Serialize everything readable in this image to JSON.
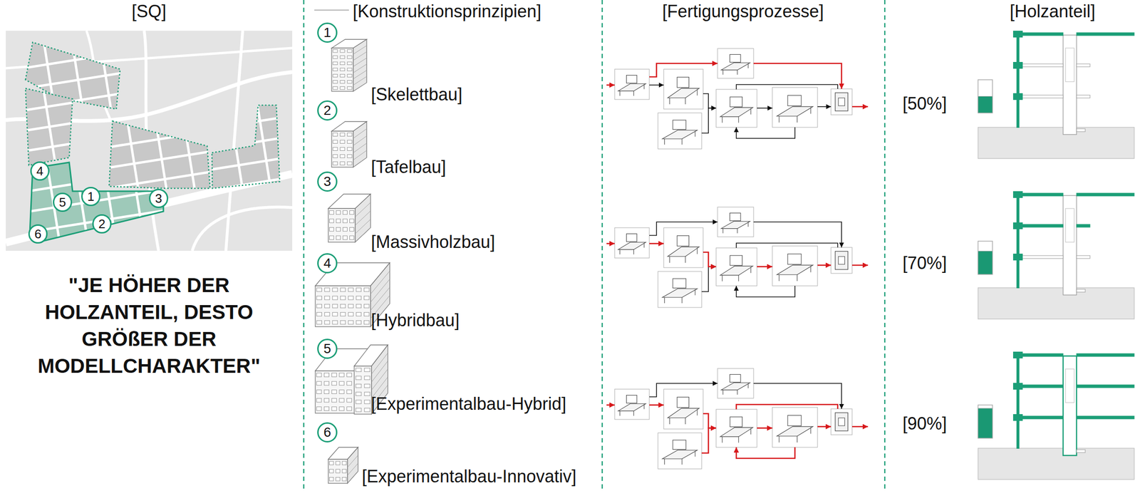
{
  "diagram": {
    "nodes": [
      {
        "text": [
          "4"
        ]
      },
      {
        "text": [
          "5"
        ]
      },
      {
        "text": [
          "1"
        ]
      },
      {
        "text": [
          "3"
        ]
      },
      {
        "text": [
          "2"
        ]
      },
      {
        "text": [
          "6"
        ]
      },
      {
        "text": [
          "1"
        ]
      },
      {
        "text": [
          "2"
        ]
      },
      {
        "text": [
          "3"
        ]
      },
      {
        "text": [
          "4"
        ]
      },
      {
        "text": [
          "5"
        ]
      },
      {
        "text": [
          "6"
        ]
      }
    ],
    "labels": [
      "[SQ]",
      "[Konstruktionsprinzipien]",
      "[Fertigungsprozesse]",
      "[Holzanteil]",
      "\"JE HÖHER DER HOLZANTEIL, DESTO GRÖßER DER MODELLCHARAKTER\"",
      "[Skelettbau]",
      "[Tafelbau]",
      "[Massivholzbau]",
      "[Hybridbau]",
      "[Experimentalbau-Hybrid]",
      "[Experimentalbau-Innovativ]",
      "[50%]",
      "[70%]",
      "[90%]"
    ]
  }
}
